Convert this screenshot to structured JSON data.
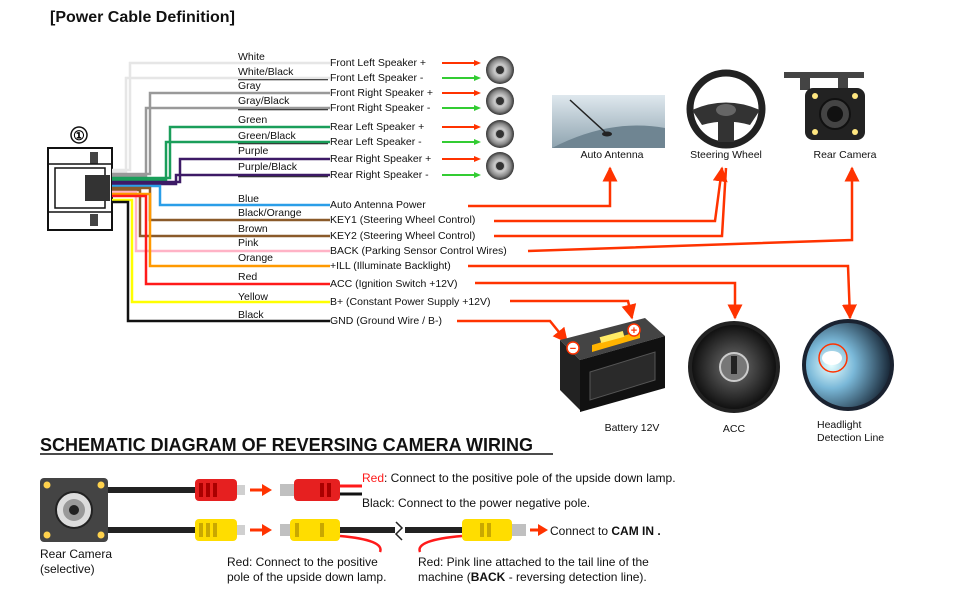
{
  "title": "[Power Cable Definition]",
  "connector_number": "①",
  "colors": {
    "red_line": "#ff3300",
    "green_line": "#33cc33",
    "white": "#e6e6e6",
    "gray": "#999999",
    "green": "#1a9e5a",
    "purple": "#3d1a66",
    "blue": "#2a9ee8",
    "brown": "#8a5a2a",
    "pink": "#ffb3c6",
    "orange": "#ff9900",
    "red": "#ff1a1a",
    "yellow": "#ffff00",
    "black": "#111111"
  },
  "wires": [
    {
      "color_name": "White",
      "function": "Front Left Speaker +",
      "color": "#e6e6e6"
    },
    {
      "color_name": "White/Black",
      "function": "Front Left Speaker -",
      "color": "#e6e6e6"
    },
    {
      "color_name": "Gray",
      "function": "Front Right Speaker +",
      "color": "#999999"
    },
    {
      "color_name": "Gray/Black",
      "function": "Front Right Speaker -",
      "color": "#999999"
    },
    {
      "color_name": "Green",
      "function": "Rear Left Speaker +",
      "color": "#1a9e5a"
    },
    {
      "color_name": "Green/Black",
      "function": "Rear Left Speaker -",
      "color": "#1a9e5a"
    },
    {
      "color_name": "Purple",
      "function": "Rear Right Speaker +",
      "color": "#3d1a66"
    },
    {
      "color_name": "Purple/Black",
      "function": "Rear Right Speaker -",
      "color": "#3d1a66"
    },
    {
      "color_name": "Blue",
      "function": "Auto  Antenna Power",
      "color": "#2a9ee8"
    },
    {
      "color_name": "Black/Orange",
      "function": "KEY1 (Steering Wheel Control)",
      "color": "#8a5a2a"
    },
    {
      "color_name": "Brown",
      "function": "KEY2 (Steering Wheel Control)",
      "color": "#8a5a2a"
    },
    {
      "color_name": "Pink",
      "function": "BACK (Parking Sensor Control Wires)",
      "color": "#ffb3c6"
    },
    {
      "color_name": "Orange",
      "function": "+ILL (Illuminate Backlight)",
      "color": "#ff9900"
    },
    {
      "color_name": "Red",
      "function": "ACC (Ignition Switch +12V)",
      "color": "#ff1a1a"
    },
    {
      "color_name": "Yellow",
      "function": "B+ (Constant Power Supply +12V)",
      "color": "#ffff00"
    },
    {
      "color_name": "Black",
      "function": "GND (Ground Wire / B-)",
      "color": "#111111"
    }
  ],
  "devices": {
    "antenna": "Auto Antenna",
    "steering": "Steering Wheel",
    "rear_camera": "Rear Camera",
    "battery": "Battery 12V",
    "acc": "ACC",
    "headlight_1": "Headlight",
    "headlight_2": "Detection Line"
  },
  "battery_signs": {
    "minus": "−",
    "plus": "+"
  },
  "schematic": {
    "title": "SCHEMATIC DIAGRAM OF REVERSING CAMERA WIRING",
    "camera_label_1": "Rear Camera",
    "camera_label_2": "(selective)",
    "red_note_prefix": "Red",
    "red_note_rest": ": Connect to the positive pole of the upside down lamp.",
    "black_note": "Black: Connect to the power negative pole.",
    "cam_in_prefix": "Connect to ",
    "cam_in_bold": "CAM IN .",
    "red_left_1": "Red: Connect to the positive",
    "red_left_2": "pole of the upside down lamp.",
    "red_right_1": "Red: Pink line attached to the tail line of the",
    "red_right_2a": "machine (",
    "red_right_2b": "BACK",
    "red_right_2c": " - reversing detection line)."
  }
}
